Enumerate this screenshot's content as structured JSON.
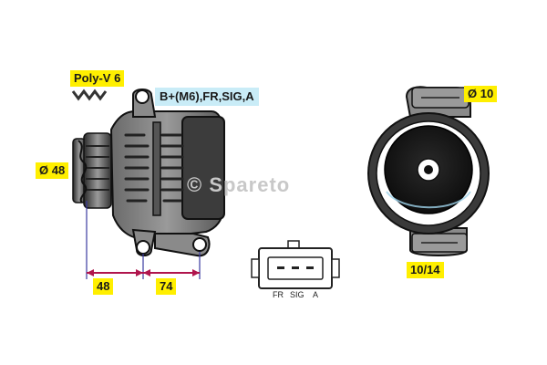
{
  "labels": {
    "belt": "Poly-V 6",
    "terminal": "B+(M6),FR,SIG,A",
    "bolt_diameter": "Ø 10",
    "pulley_diameter": "Ø 48",
    "clamp_range": "10/14",
    "dim_left": "48",
    "dim_right": "74"
  },
  "connector_pins": [
    "FR",
    "SIG",
    "A"
  ],
  "watermark": "© Spareto",
  "colors": {
    "tag_yellow": "#ffef00",
    "tag_blue": "#c9ecf7",
    "dimension_line": "#3a3aa0",
    "dimension_arrow": "#b0154d"
  }
}
